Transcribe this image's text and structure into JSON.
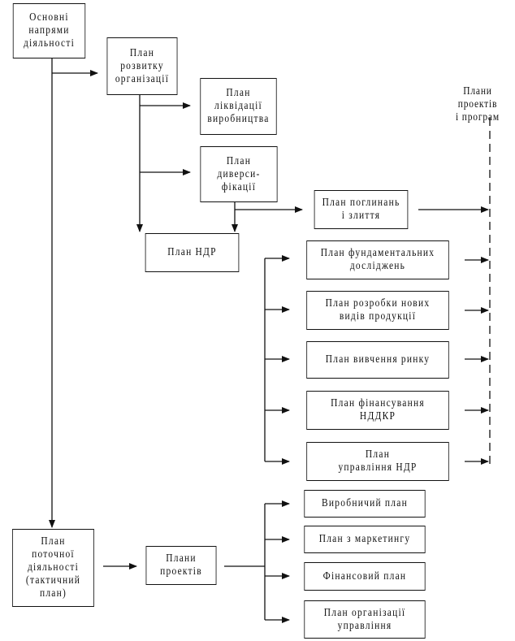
{
  "diagram": {
    "nodes": {
      "main_directions": "Основні\nнапрями\nдіяльності",
      "development_plan": "План\nрозвитку\nорганізації",
      "liquidation_plan": "План\nліквідації\nвиробництва",
      "diversification_plan": "План\nдиверси-\nфікації",
      "mergers_plan": "План поглинань\nі злиття",
      "rnd_plan": "План НДР",
      "fundamental_research_plan": "План фундаментальних\nдосліджень",
      "new_products_plan": "План розробки нових\nвидів продукції",
      "market_study_plan": "План вивчення ринку",
      "financing_plan": "План фінансування\nНДДКР",
      "rnd_management_plan": "План\nуправління НДР",
      "current_activity_plan": "План\nпоточної\nдіяльності\n(тактичний\nплан)",
      "project_plans": "Плани\nпроектів",
      "production_plan": "Виробничий план",
      "marketing_plan": "План з маркетингу",
      "financial_plan": "Фінансовий план",
      "org_management_plan": "План організації\nуправління"
    },
    "projects_programs_label": "Плани\nпроектів\nі програм"
  }
}
